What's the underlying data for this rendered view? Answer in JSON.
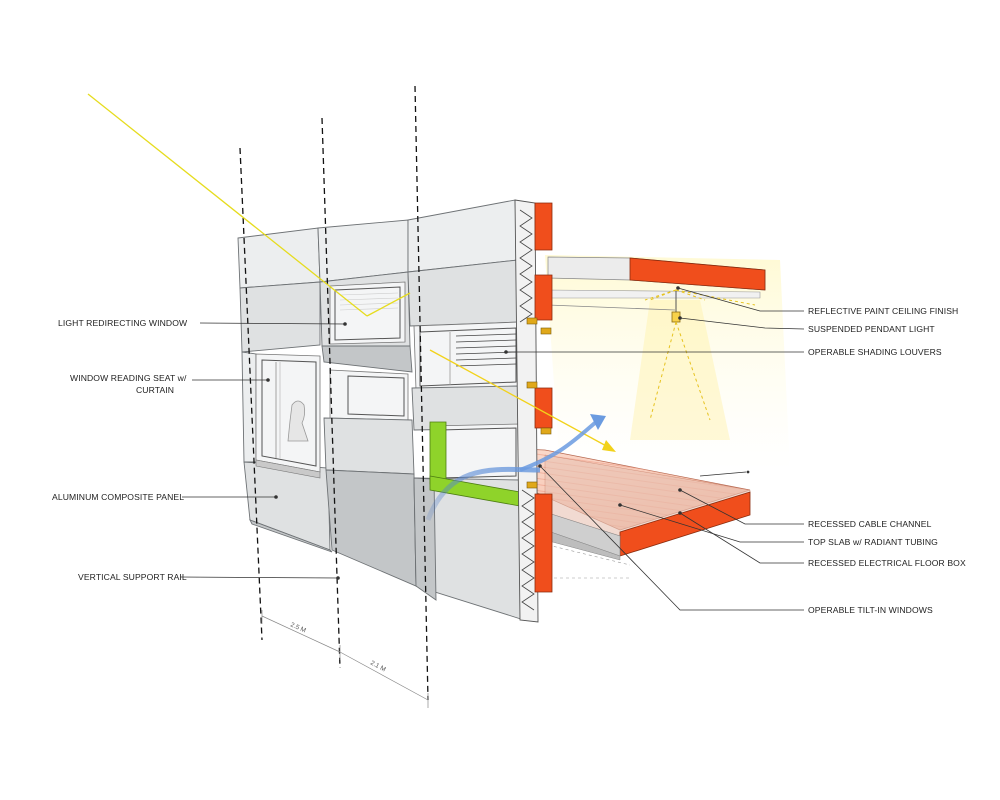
{
  "labels_left": [
    {
      "id": "light-redirecting-window",
      "lines": [
        "LIGHT REDIRECTING WINDOW"
      ]
    },
    {
      "id": "window-reading-seat",
      "lines": [
        "WINDOW READING SEAT w/",
        "CURTAIN"
      ]
    },
    {
      "id": "aluminum-composite-panel",
      "lines": [
        "ALUMINUM COMPOSITE PANEL"
      ]
    },
    {
      "id": "vertical-support-rail",
      "lines": [
        "VERTICAL SUPPORT RAIL"
      ]
    }
  ],
  "labels_right": [
    {
      "id": "reflective-paint-ceiling",
      "text": "REFLECTIVE PAINT CEILING FINISH"
    },
    {
      "id": "suspended-pendant-light",
      "text": "SUSPENDED PENDANT LIGHT"
    },
    {
      "id": "operable-shading-louvers",
      "text": "OPERABLE SHADING LOUVERS"
    },
    {
      "id": "recessed-cable-channel",
      "text": "RECESSED CABLE CHANNEL"
    },
    {
      "id": "top-slab-radiant-tubing",
      "text": "TOP SLAB w/ RADIANT TUBING"
    },
    {
      "id": "recessed-electrical-floor-box",
      "text": "RECESSED ELECTRICAL FLOOR BOX"
    },
    {
      "id": "operable-tilt-in-windows",
      "text": "OPERABLE TILT-IN WINDOWS"
    }
  ],
  "dimensions": [
    "2.5 M",
    "2.1 M"
  ],
  "colors": {
    "slab_edge": "#f04e1c",
    "insulation_green": "#8fd32a",
    "sun_ray": "#e6dc1e",
    "airflow_blue": "#5b8fd6",
    "light_cone": "#f5d23a",
    "panel_grey": "#dfe1e2"
  }
}
